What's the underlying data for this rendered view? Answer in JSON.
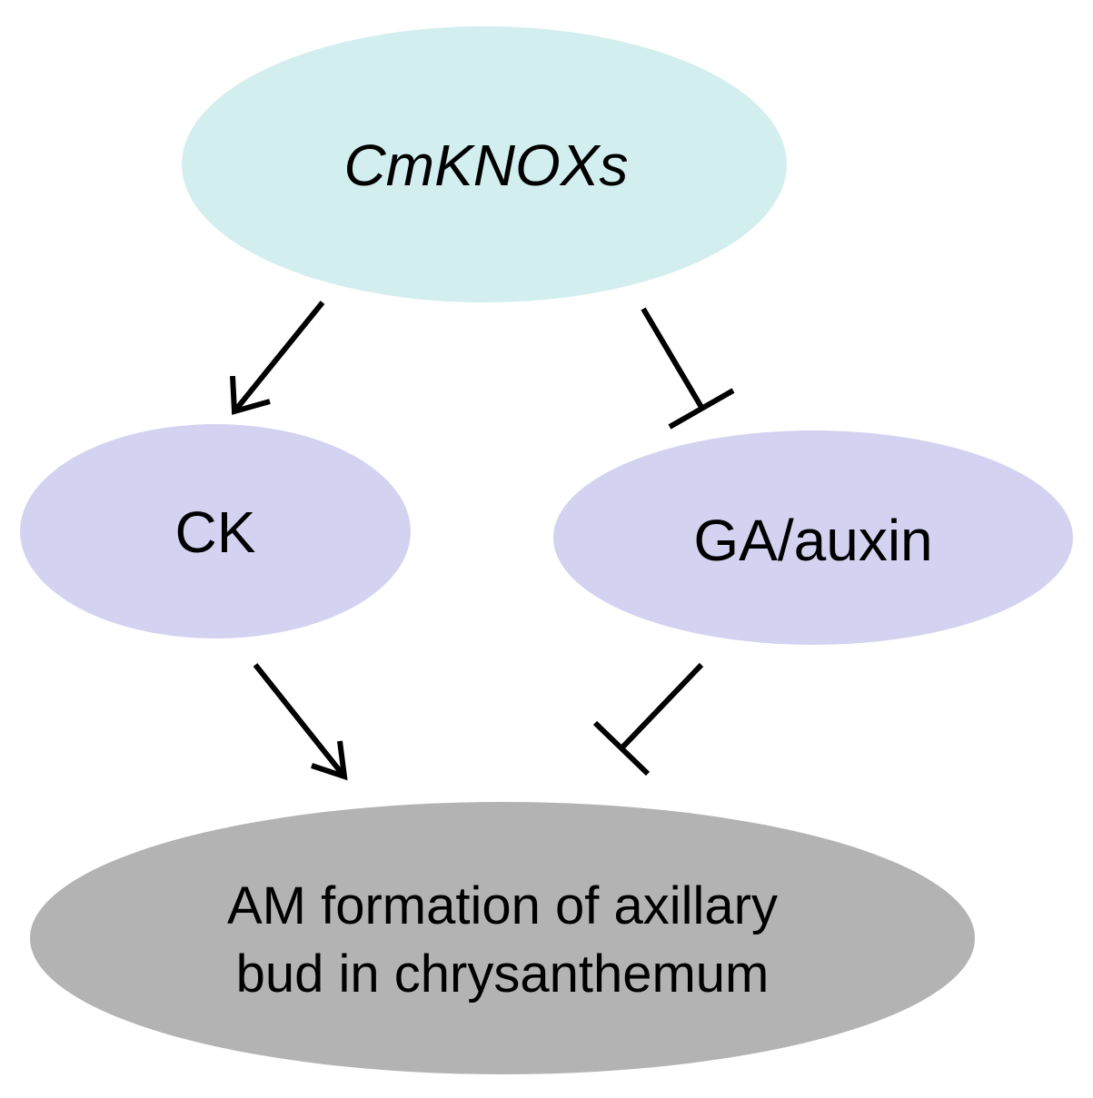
{
  "nodes": {
    "cmknox": {
      "label": "CmKNOXs",
      "fill": "#d3eeee"
    },
    "ck": {
      "label": "CK",
      "fill": "#d3d3f1"
    },
    "ga_auxin": {
      "label": "GA/auxin",
      "fill": "#d3d3f1"
    },
    "am_formation": {
      "lines": [
        "AM formation of axillary",
        "bud in chrysanthemum"
      ],
      "fill": "#b3b3b3"
    }
  },
  "edges": [
    {
      "from": "CmKNOXs",
      "to": "CK",
      "kind": "activation"
    },
    {
      "from": "CmKNOXs",
      "to": "GA/auxin",
      "kind": "inhibition"
    },
    {
      "from": "CK",
      "to": "AM formation of axillary bud in chrysanthemum",
      "kind": "activation"
    },
    {
      "from": "GA/auxin",
      "to": "AM formation of axillary bud in chrysanthemum",
      "kind": "inhibition"
    }
  ],
  "colors": {
    "edge": "#000000",
    "background": "#ffffff"
  }
}
